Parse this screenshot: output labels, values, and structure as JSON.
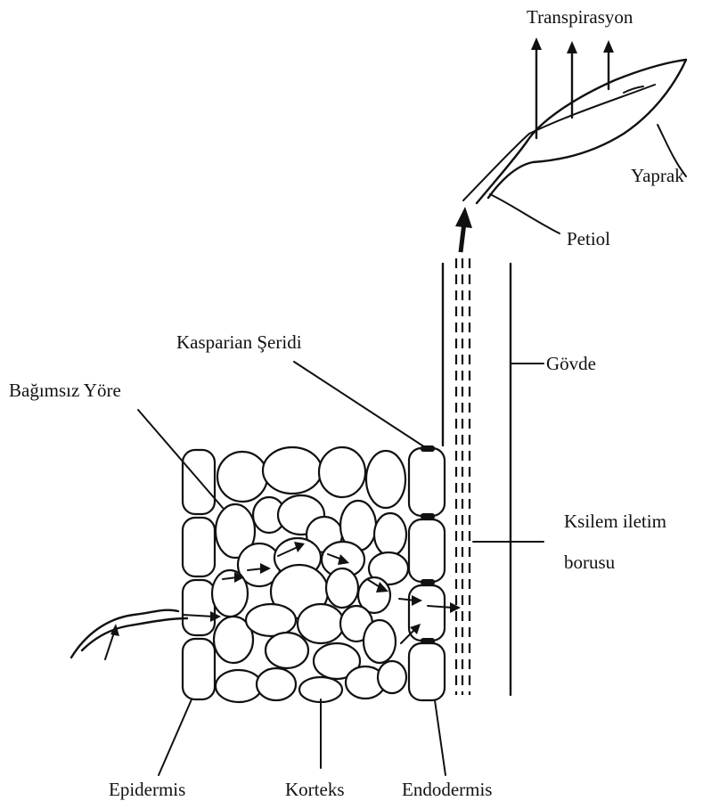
{
  "labels": {
    "transpiration": "Transpirasyon",
    "leaf": "Yaprak",
    "petiole": "Petiol",
    "casparian_strip": "Kasparian Şeridi",
    "stem": "Gövde",
    "apoplast": "Bağımsız Yöre",
    "xylem_line1": "Ksilem iletim",
    "xylem_line2": "borusu",
    "epidermis": "Epidermis",
    "cortex": "Korteks",
    "endodermis": "Endodermis"
  }
}
